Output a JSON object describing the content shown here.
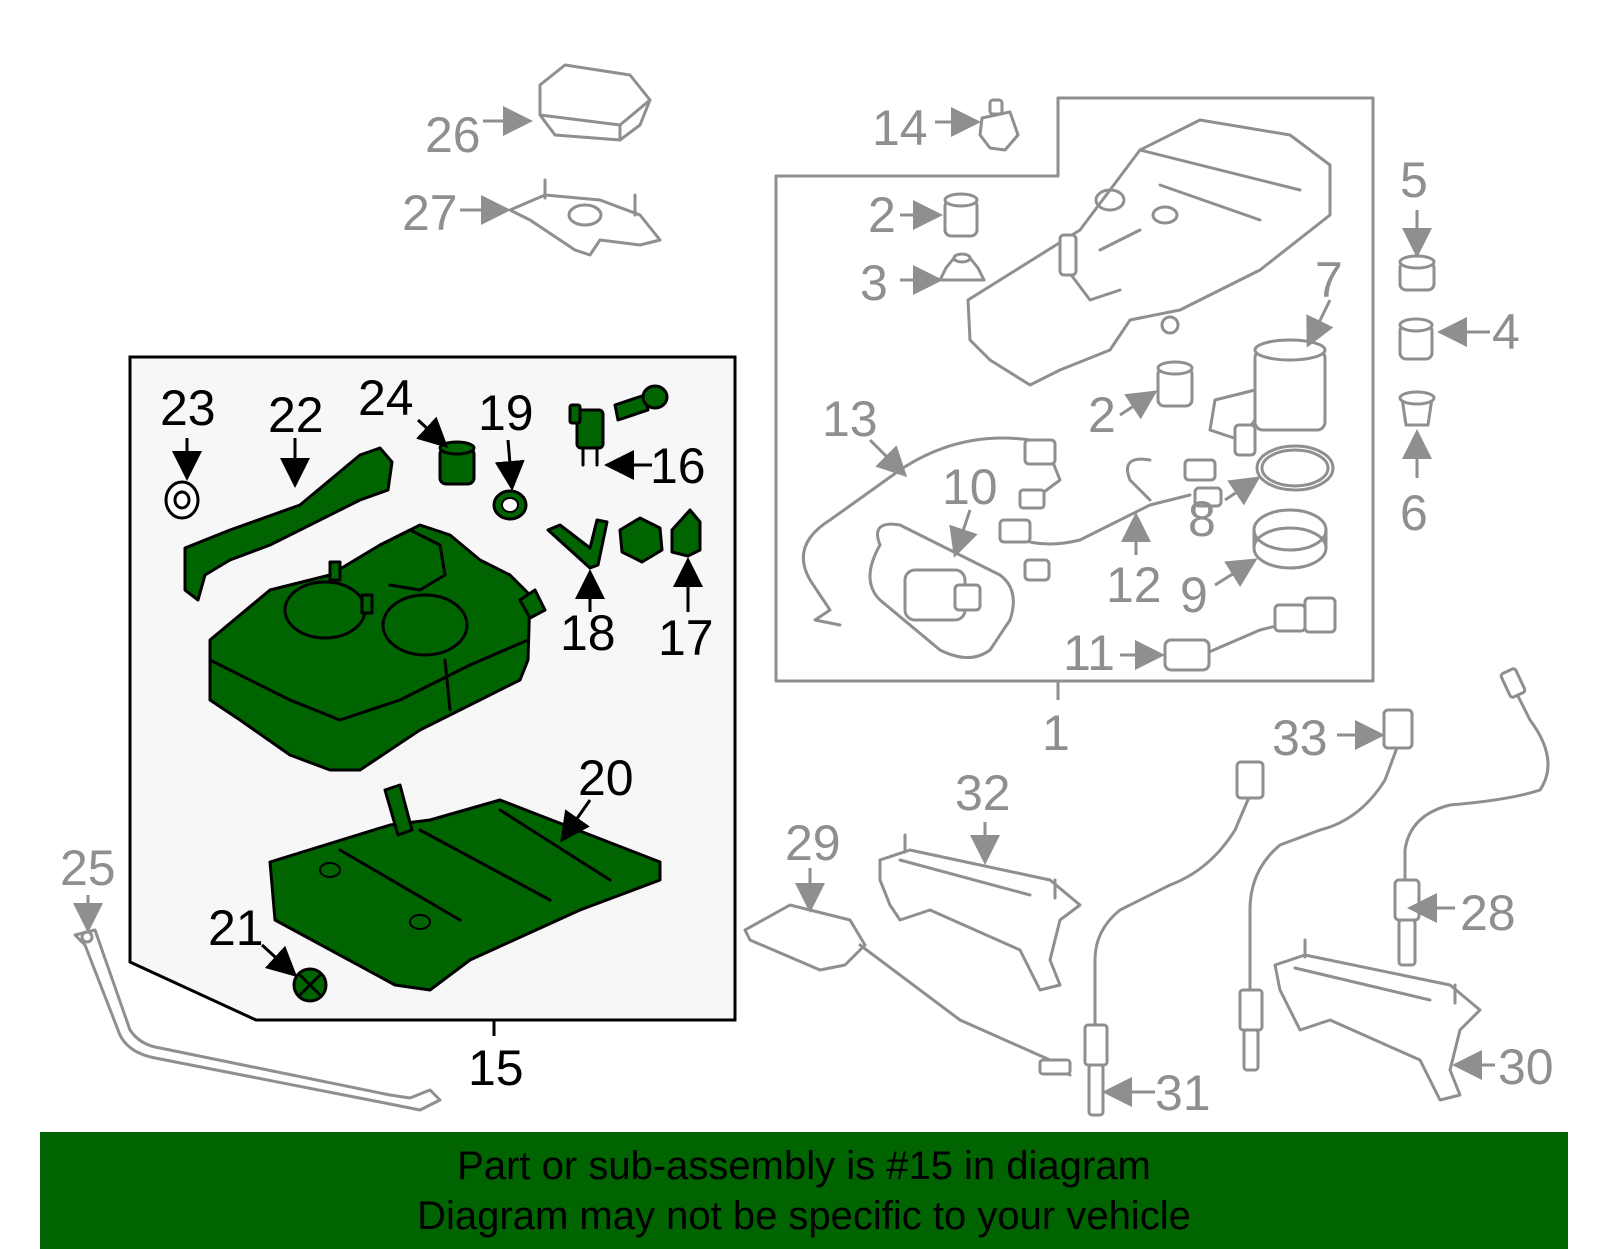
{
  "diagram": {
    "callouts": {
      "c1": "1",
      "c2a": "2",
      "c2b": "2",
      "c3": "3",
      "c4": "4",
      "c5": "5",
      "c6": "6",
      "c7": "7",
      "c8": "8",
      "c9": "9",
      "c10": "10",
      "c11": "11",
      "c12": "12",
      "c13": "13",
      "c14": "14",
      "c15": "15",
      "c16": "16",
      "c17": "17",
      "c18": "18",
      "c19": "19",
      "c20": "20",
      "c21": "21",
      "c22": "22",
      "c23": "23",
      "c24": "24",
      "c25": "25",
      "c26": "26",
      "c27": "27",
      "c28": "28",
      "c29": "29",
      "c30": "30",
      "c31": "31",
      "c32": "32",
      "c33": "33"
    },
    "colors": {
      "highlight": "#006400",
      "inactive": "#8f8f8f",
      "outline": "#000000"
    }
  },
  "banner": {
    "line1": "Part or sub-assembly is #15 in diagram",
    "line2": "Diagram may not be specific to your vehicle"
  }
}
